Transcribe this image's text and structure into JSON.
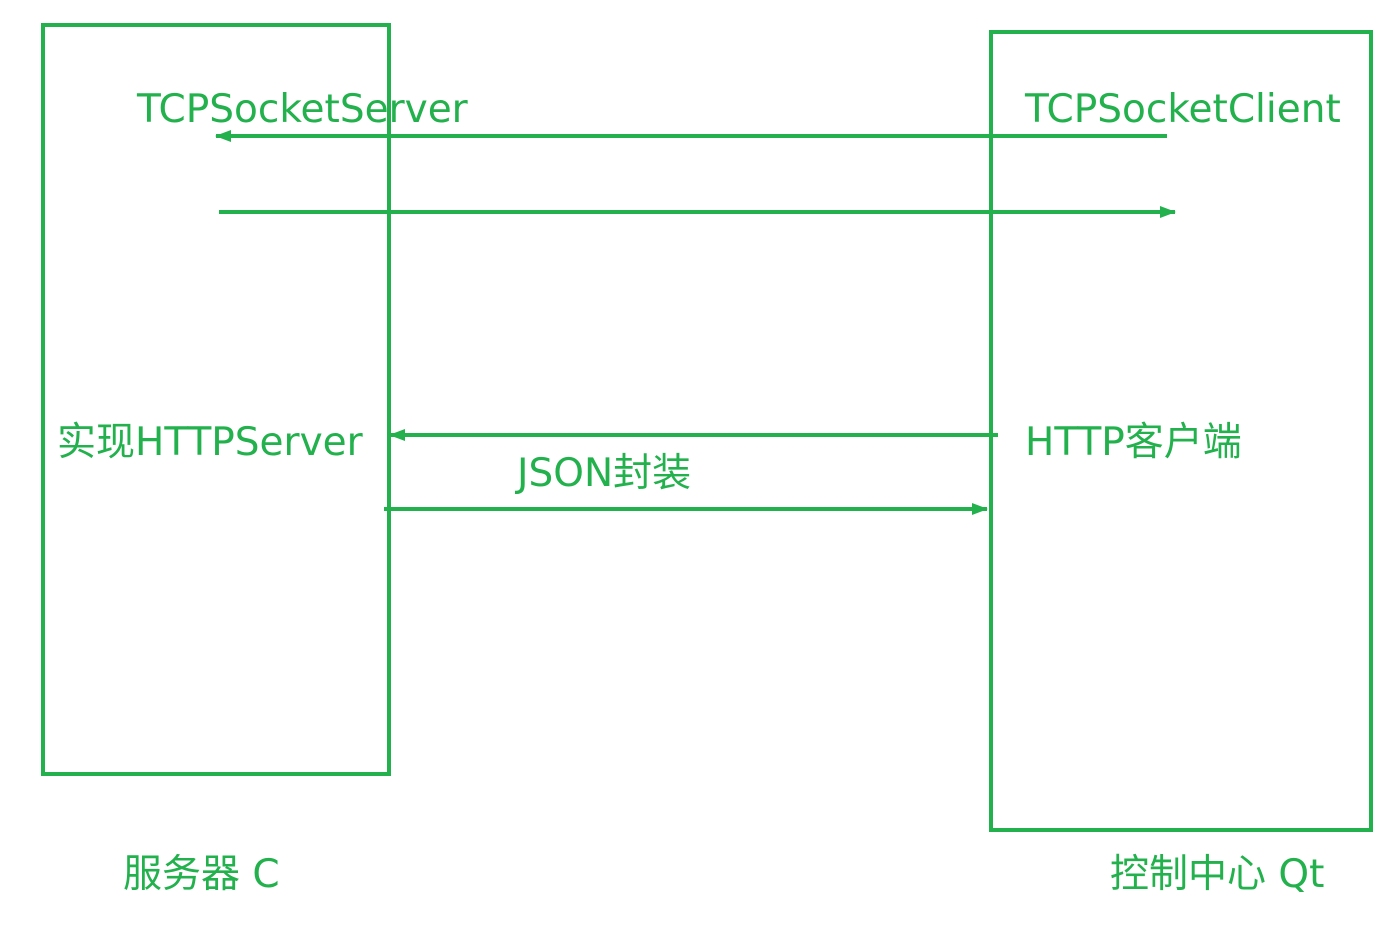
{
  "colors": {
    "stroke": "#22b14c",
    "background": "#ffffff"
  },
  "server": {
    "tcp_label": "TCPSocketServer",
    "http_label": "实现HTTPServer",
    "caption": "服务器 C"
  },
  "client": {
    "tcp_label": "TCPSocketClient",
    "http_label": "HTTP客户端",
    "caption": "控制中心 Qt"
  },
  "http_link": {
    "label": "JSON封装"
  }
}
